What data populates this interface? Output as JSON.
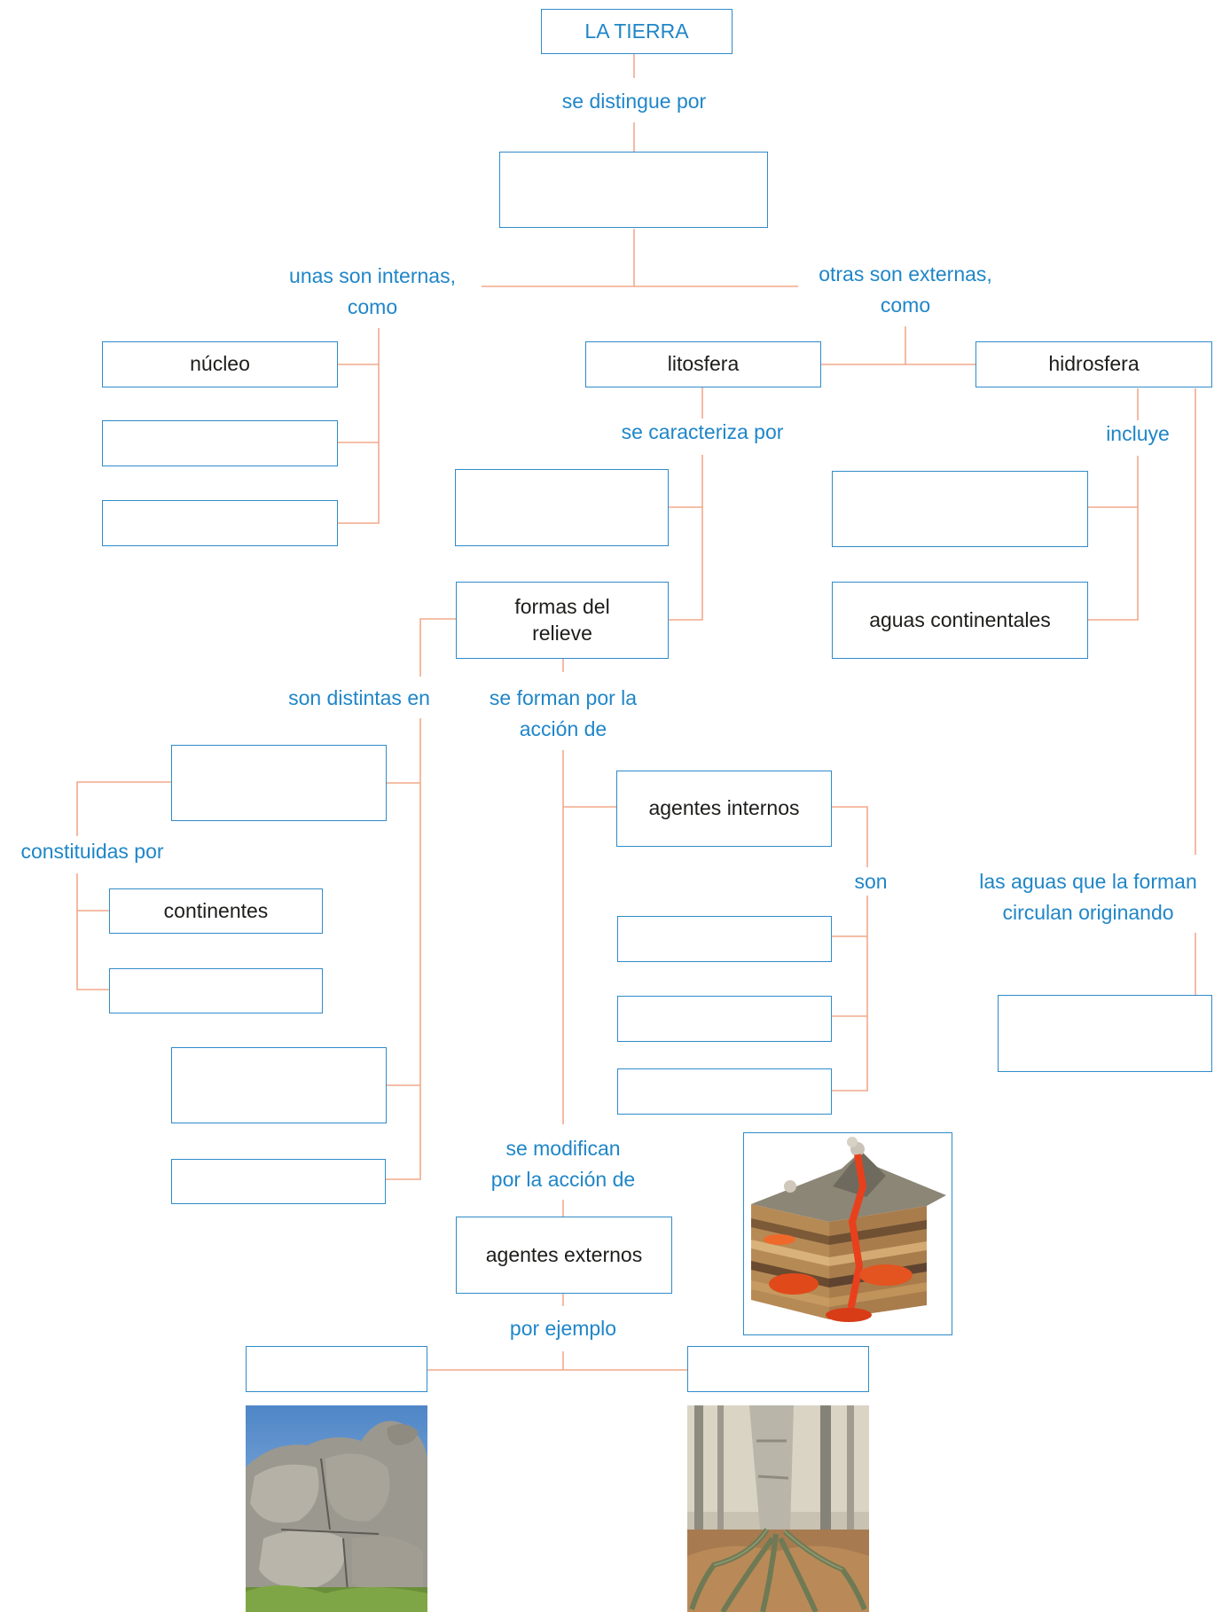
{
  "title": "LA TIERRA",
  "labels": {
    "se_distingue_por": "se distingue por",
    "unas_son_internas_1": "unas son internas,",
    "unas_son_internas_2": "como",
    "otras_son_externas_1": "otras son externas,",
    "otras_son_externas_2": "como",
    "se_caracteriza_por": "se caracteriza por",
    "incluye": "incluye",
    "son_distintas_en": "son distintas en",
    "se_forman_1": "se forman por la",
    "se_forman_2": "acción de",
    "constituidas_por": "constituidas por",
    "son": "son",
    "las_aguas_1": "las aguas que la forman",
    "las_aguas_2": "circulan originando",
    "se_modifican_1": "se modifican",
    "se_modifican_2": "por la acción de",
    "por_ejemplo": "por ejemplo"
  },
  "boxes": {
    "nucleo": "núcleo",
    "litosfera": "litosfera",
    "hidrosfera": "hidrosfera",
    "formas_relieve_1": "formas del",
    "formas_relieve_2": "relieve",
    "aguas_continentales": "aguas continentales",
    "agentes_internos": "agentes internos",
    "continentes": "continentes",
    "agentes_externos": "agentes externos",
    "blank": ""
  },
  "images": {
    "volcano": "volcano-cross-section-illustration",
    "rocks": "weathered-granite-rocks-photo",
    "roots": "tree-roots-forest-photo"
  },
  "colors": {
    "box_border": "#2f8bc9",
    "label_text": "#1f86c8",
    "connector": "#f2a98a",
    "box_text": "#1d1d1b"
  }
}
